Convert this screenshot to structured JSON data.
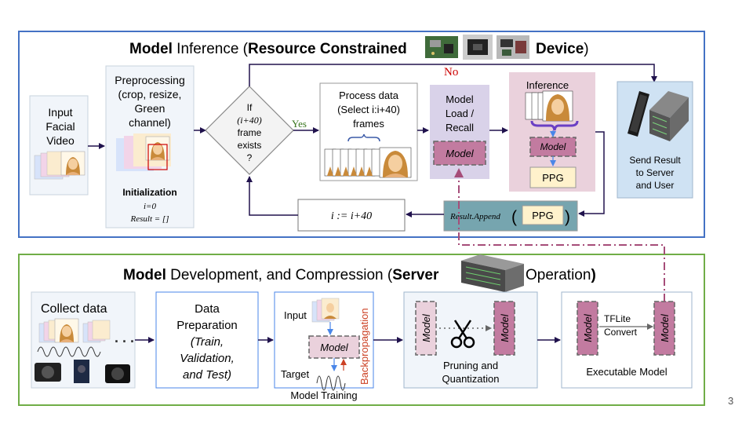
{
  "top": {
    "title_bold1": "Model",
    "title_mid": " Inference (",
    "title_bold2": "Resource Constrained",
    "title_bold3": "Device",
    "title_end": ")",
    "input_video": [
      "Input",
      "Facial",
      "Video"
    ],
    "preprocessing": [
      "Preprocessing",
      "(crop, resize,",
      "Green",
      "channel)"
    ],
    "init_title": "Initialization",
    "init_i": "i=0",
    "init_result": "Result = []",
    "decision": [
      "If",
      "(i+40)",
      "frame",
      "exists",
      "?"
    ],
    "yes": "Yes",
    "no": "No",
    "process": [
      "Process data",
      "(Select i:i+40)",
      "frames"
    ],
    "model_load": [
      "Model",
      "Load /",
      "Recall"
    ],
    "model": "Model",
    "inference": "Inference",
    "ppg": "PPG",
    "send": [
      "Send Result",
      "to Server",
      "and User"
    ],
    "increment": "i := i+40",
    "append": "Result.Append",
    "paren_open": "(",
    "paren_close": ")"
  },
  "bottom": {
    "title_bold1": "Model",
    "title_mid": " Development, and Compression (",
    "title_bold2": "Server",
    "title_end_a": "Operation",
    "title_end_b": ")",
    "collect": "Collect data",
    "prep": [
      "Data",
      "Preparation",
      "(Train,",
      "Validation,",
      "and Test)"
    ],
    "input": "Input",
    "target": "Target",
    "backprop": "Backpropagation",
    "training": "Model Training",
    "pruning": [
      "Pruning and",
      "Quantization"
    ],
    "tflite": [
      "TFLite",
      "Convert"
    ],
    "executable": "Executable Model",
    "model": "Model"
  },
  "page_number": "3",
  "colors": {
    "top_border": "#4472c4",
    "bottom_border": "#70ad47",
    "model_fill": "#c27ba0",
    "model_load_bg": "#d9d2e9",
    "inference_bg": "#ead1dc",
    "send_bg": "#cfe2f3",
    "append_bg": "#76a5af",
    "ppg_bg": "#fff2cc",
    "dashdot": "#a64d79",
    "yes": "#38761d",
    "no": "#cc0000",
    "arrow": "#20124d"
  }
}
